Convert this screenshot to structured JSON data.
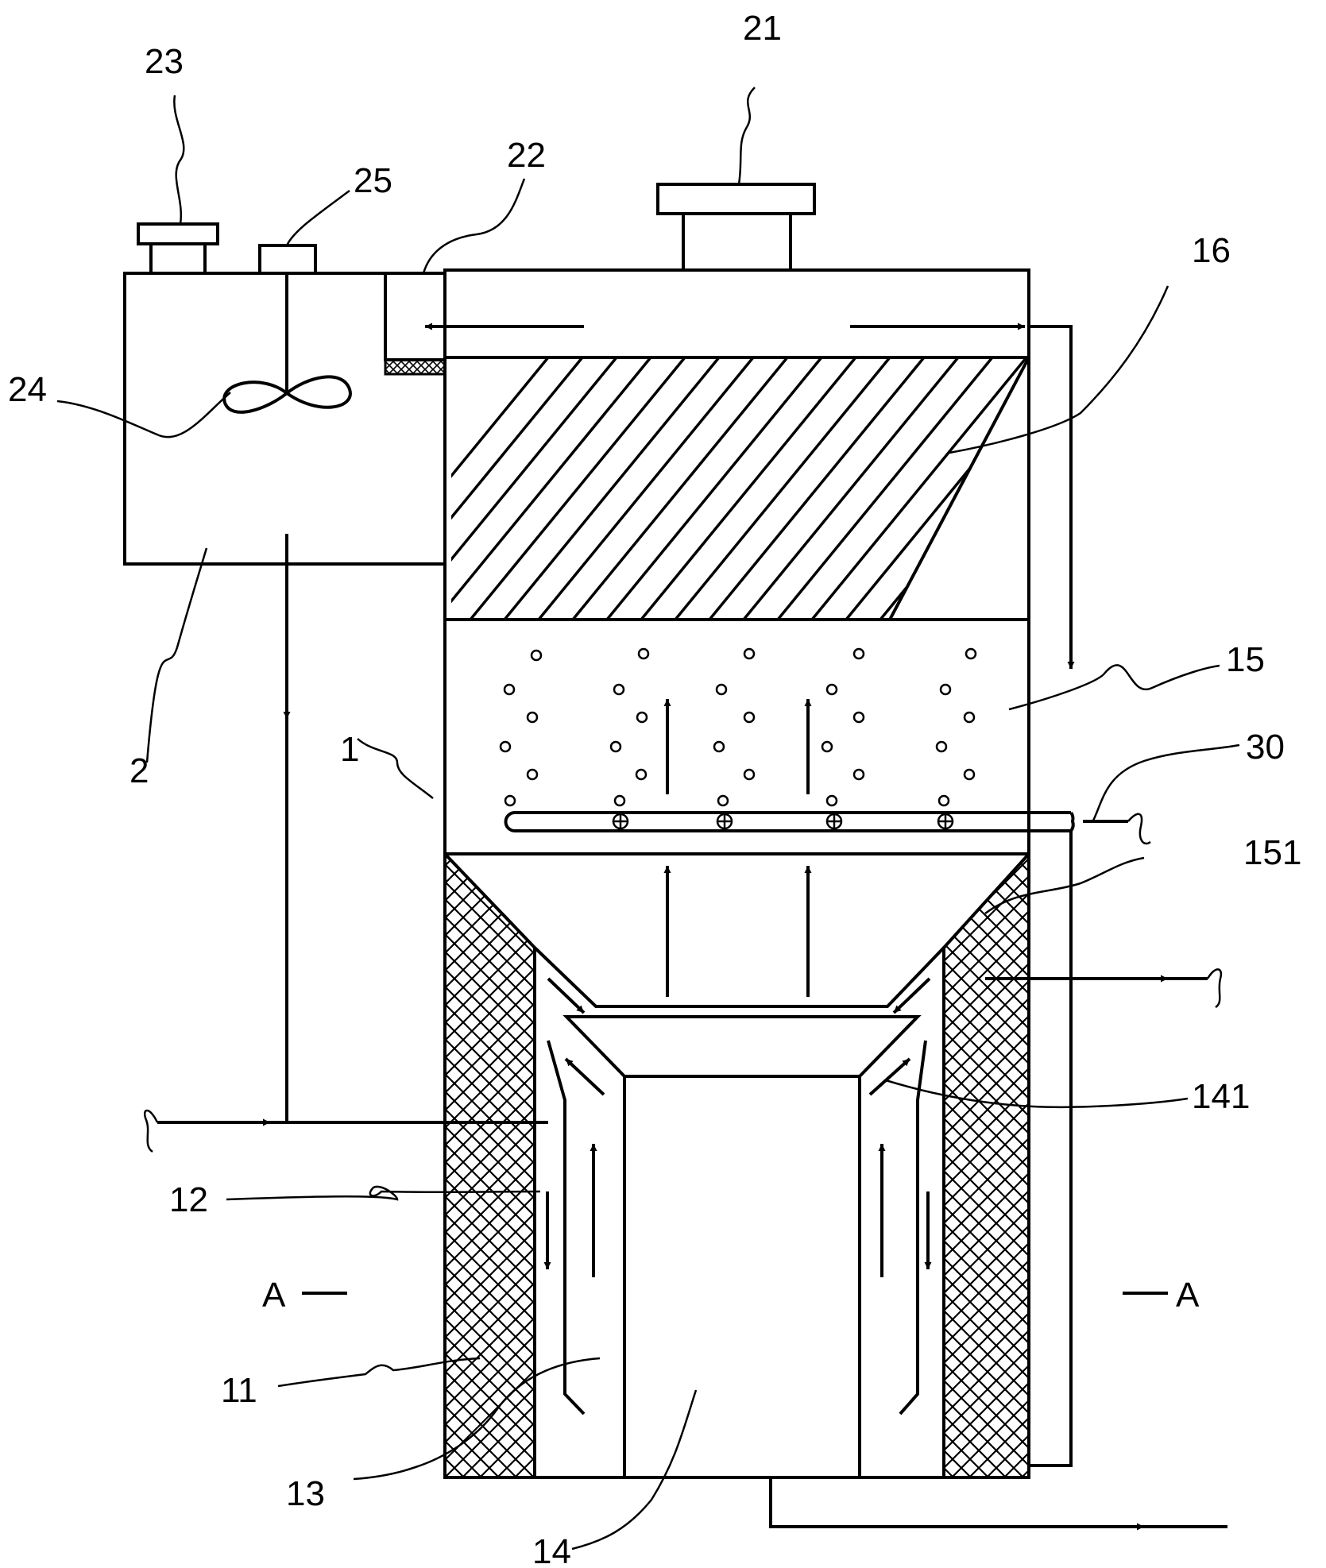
{
  "labels": {
    "l1": "1",
    "l2": "2",
    "l11": "11",
    "l12": "12",
    "l13": "13",
    "l14": "14",
    "l15": "15",
    "l16": "16",
    "l21": "21",
    "l22": "22",
    "l23": "23",
    "l24": "24",
    "l25": "25",
    "l30": "30",
    "l141": "141",
    "l151": "151",
    "section_left": "A",
    "section_right": "A"
  }
}
